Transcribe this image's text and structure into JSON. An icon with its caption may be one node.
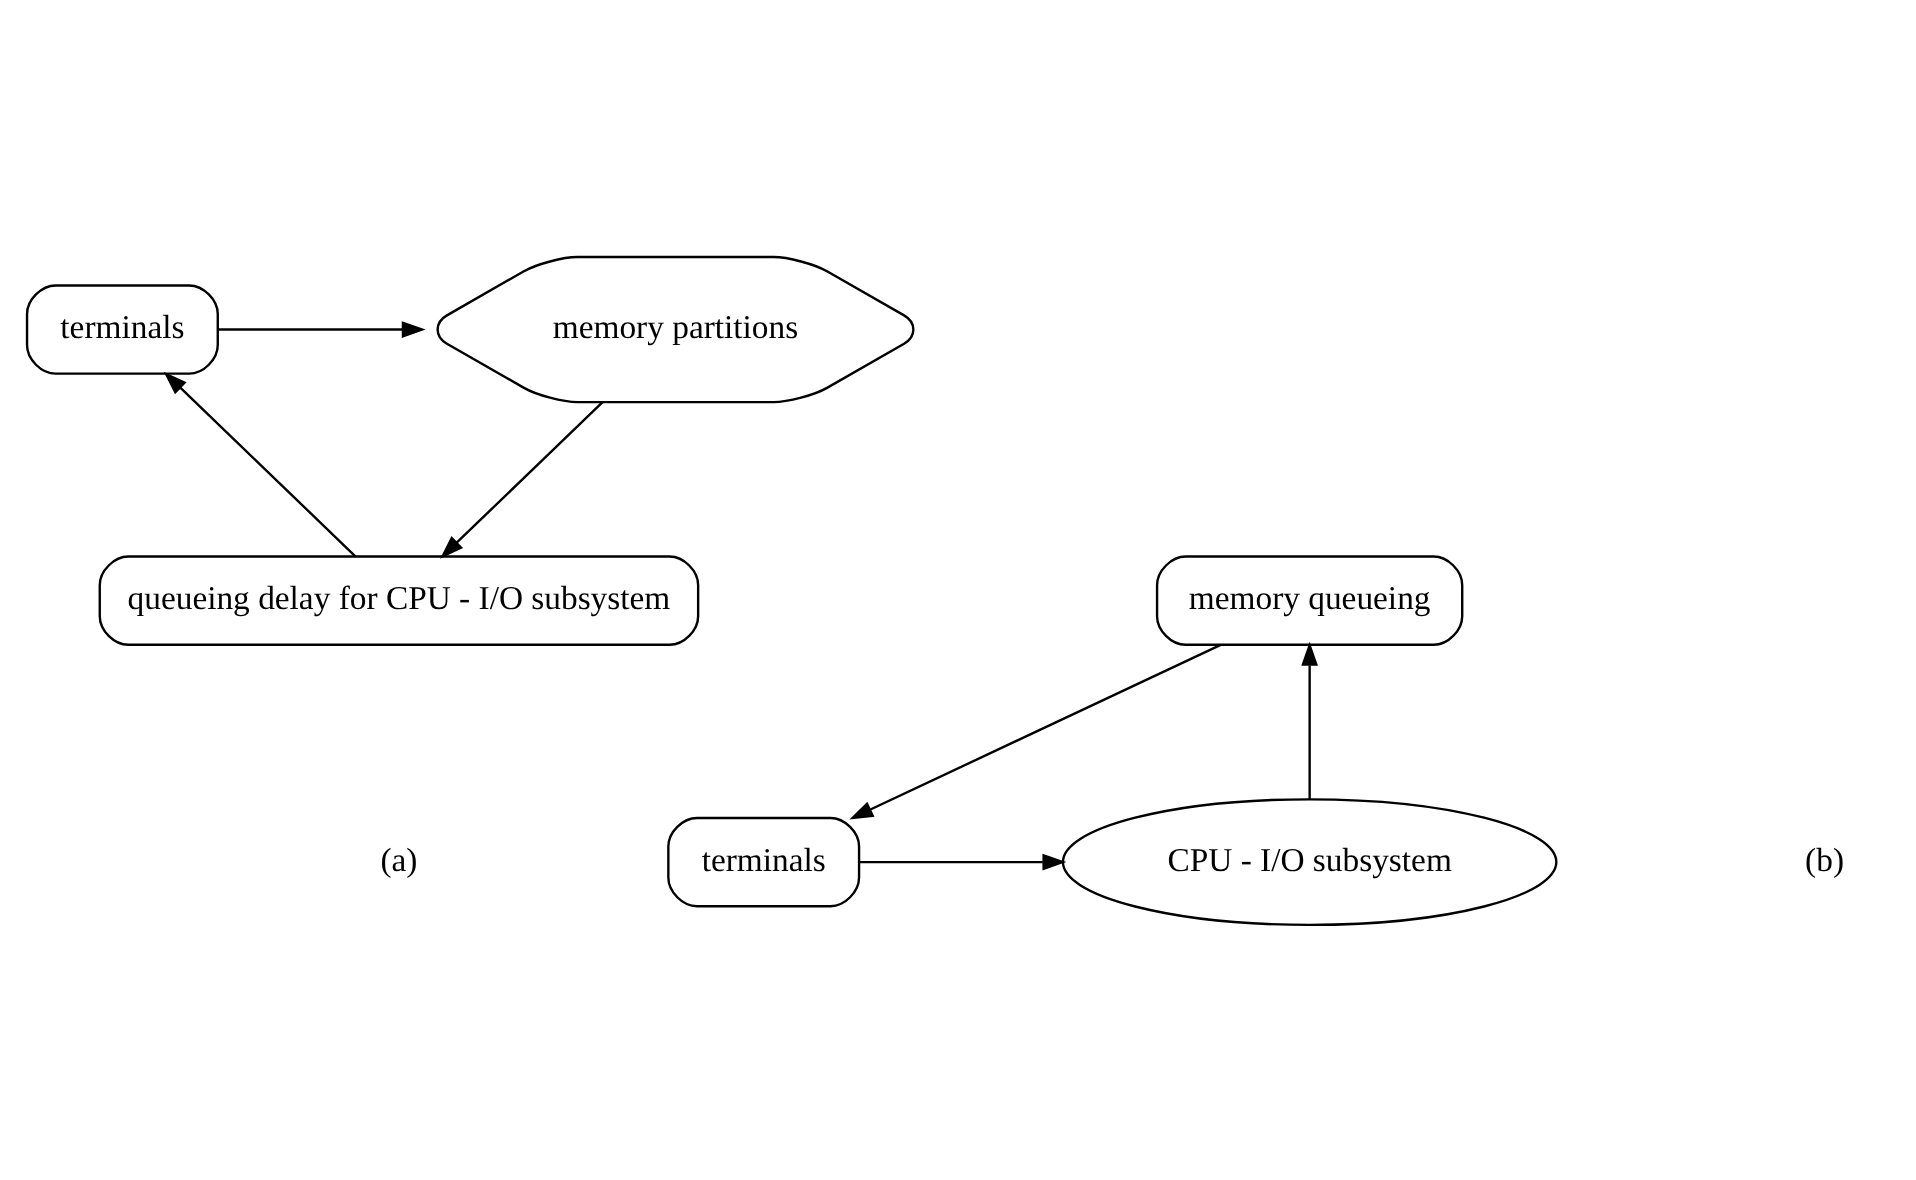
{
  "diagram": {
    "nodes": [
      {
        "text": [
          "terminals"
        ]
      },
      {
        "text": [
          "memory partitions"
        ]
      },
      {
        "text": [
          "queueing delay for CPU - I/O subsystem"
        ]
      },
      {
        "text": [
          "terminals"
        ]
      },
      {
        "text": [
          "CPU - I/O subsystem"
        ]
      },
      {
        "text": [
          "memory queueing"
        ]
      }
    ],
    "edges": [
      {
        "from": 0,
        "to": 1,
        "arrow": "to"
      },
      {
        "from": 1,
        "to": 2,
        "arrow": "to"
      },
      {
        "from": 2,
        "to": 0,
        "arrow": "to"
      },
      {
        "from": 3,
        "to": 4,
        "arrow": "to"
      },
      {
        "from": 4,
        "to": 5,
        "arrow": "to"
      },
      {
        "from": 5,
        "to": 3,
        "arrow": "to"
      }
    ],
    "labels": [
      "(a)",
      "(b)"
    ]
  }
}
